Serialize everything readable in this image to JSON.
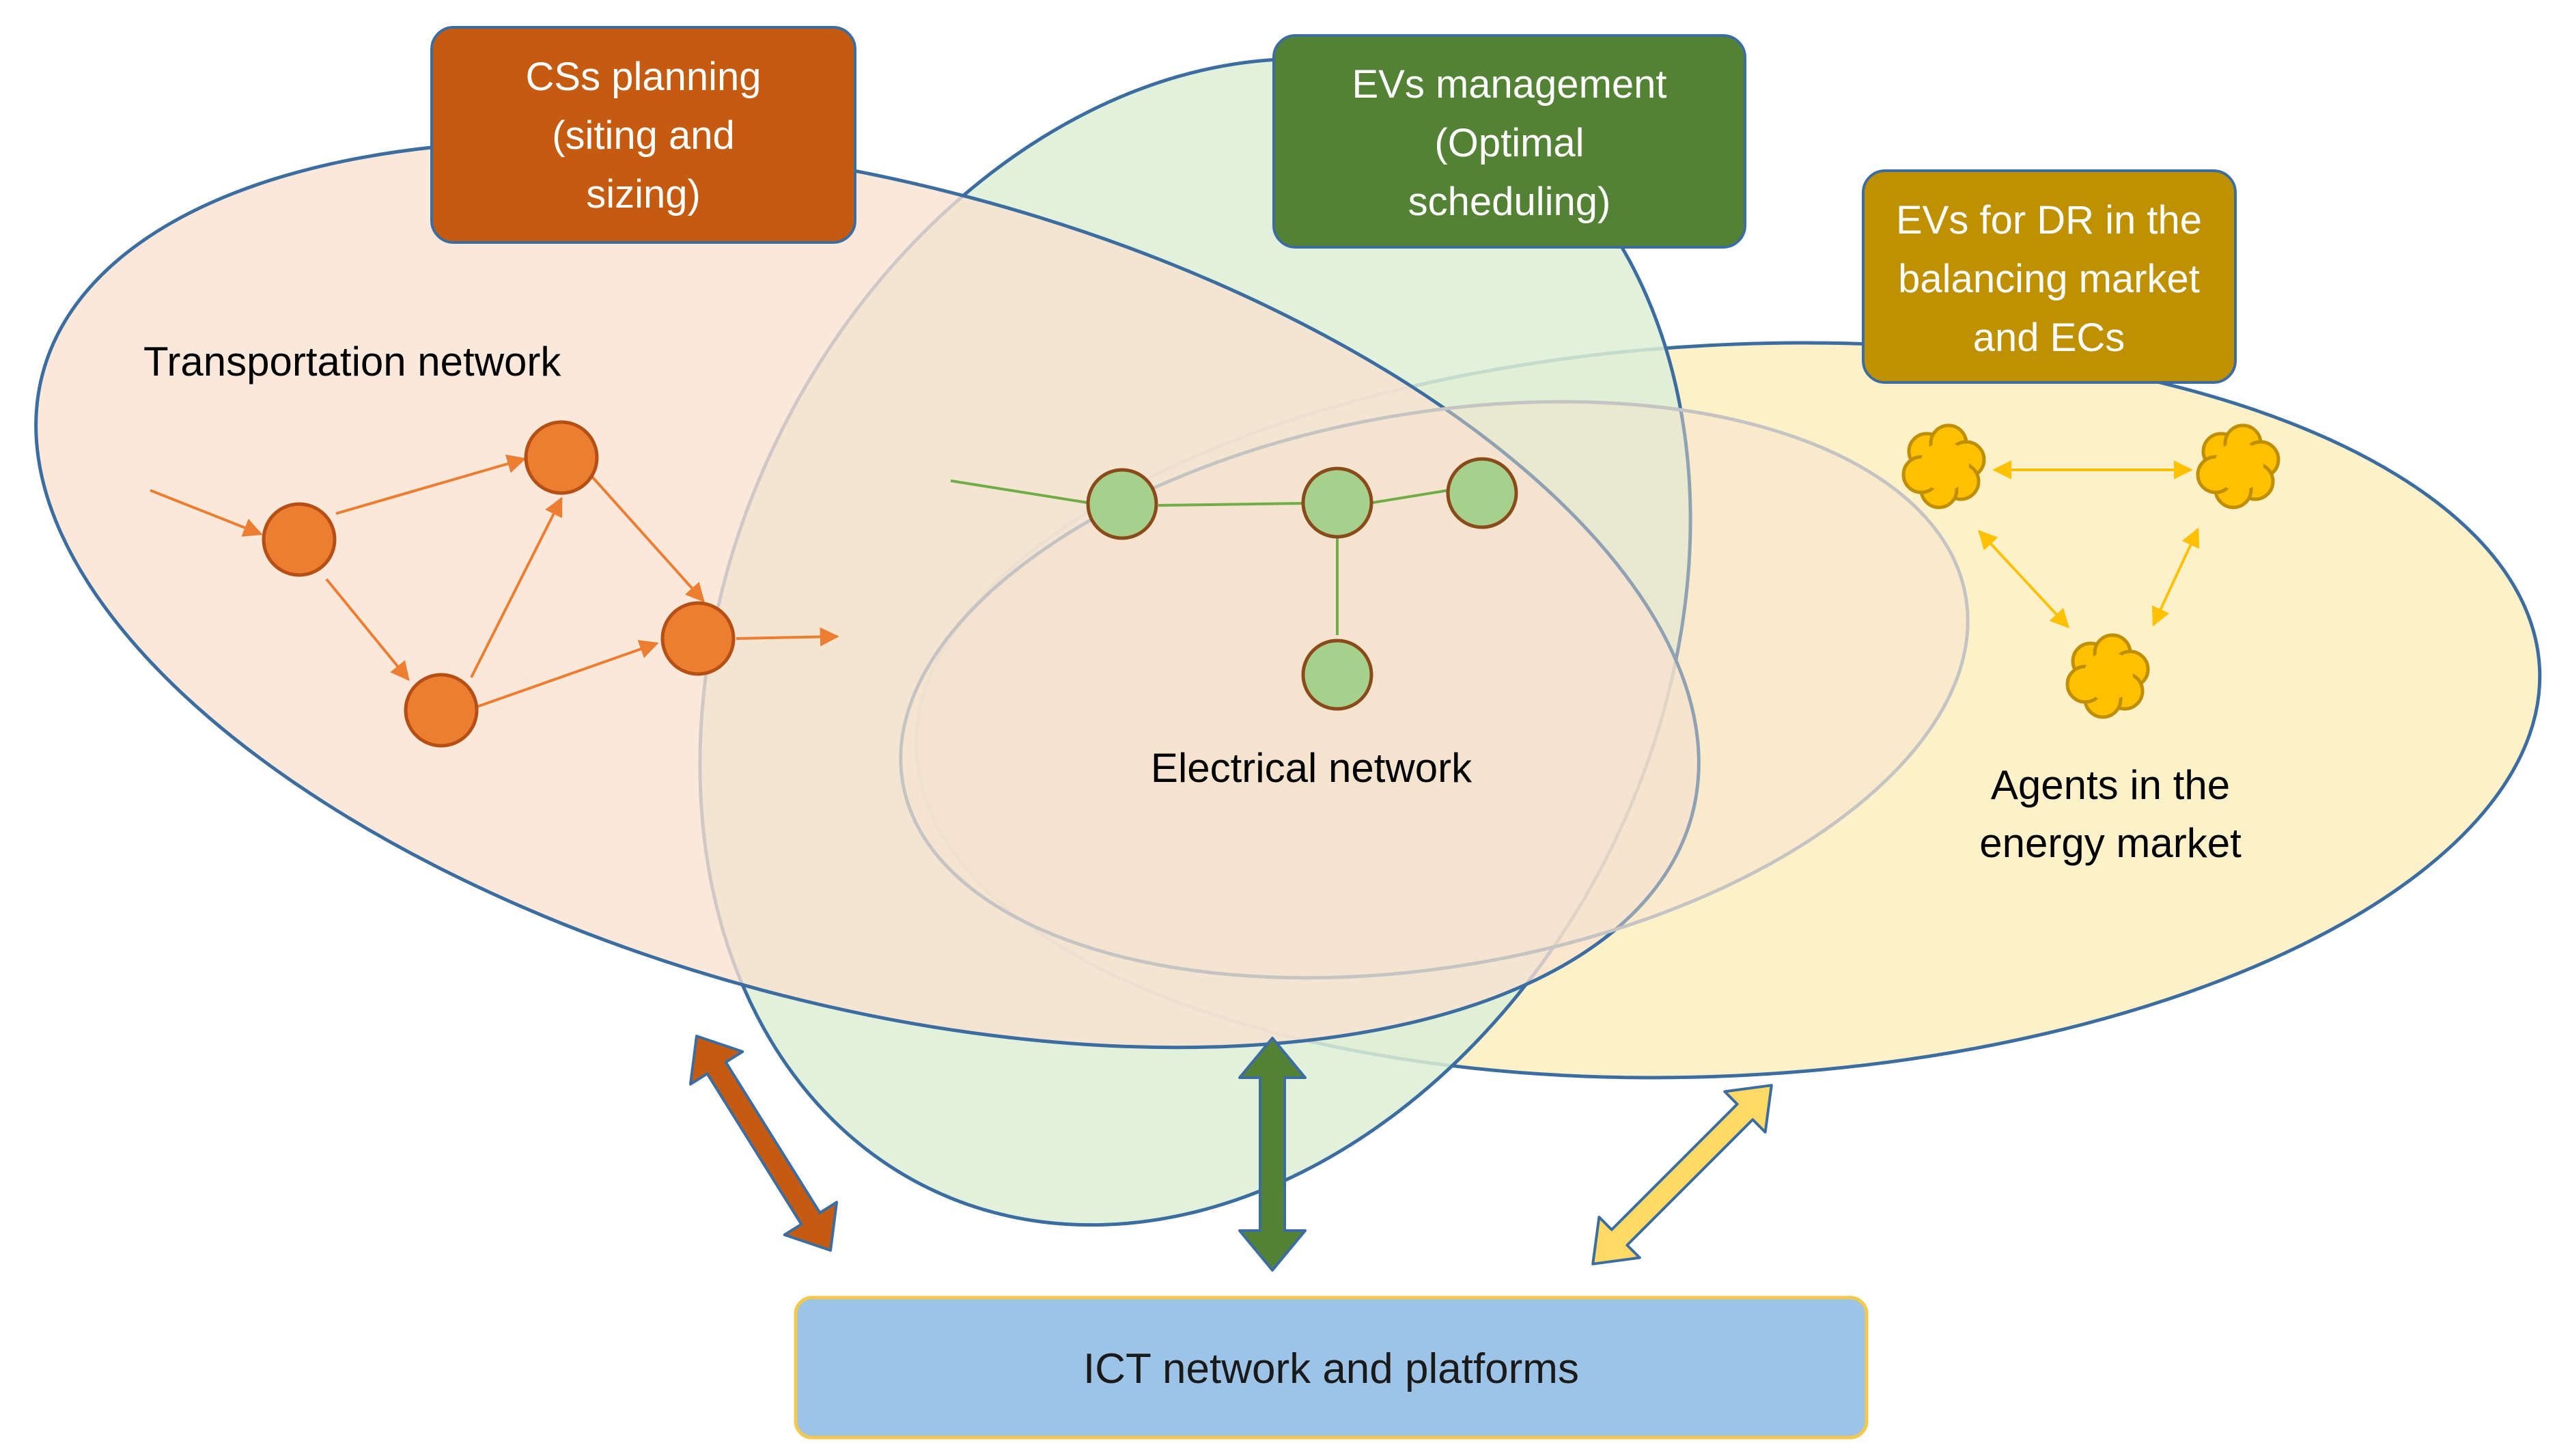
{
  "colors": {
    "transport_fill": "#f8e1d1",
    "electrical_fill": "#dcefd6",
    "market_fill": "#fdefc4",
    "ellipse_stroke": "#3c6da0",
    "inner_stroke": "#c4c4c4",
    "orange_node": "#ed7d31",
    "orange_node_stroke": "#b54f14",
    "green_node": "#a8d08d",
    "green_node_stroke": "#8b4a1a",
    "green_line": "#70ad47",
    "cloud_fill": "#ffc000",
    "cloud_stroke": "#bf8f00",
    "cs_box": "#c55a11",
    "ev_box": "#548235",
    "dr_box": "#bf9000",
    "ict_box": "#9dc3e6",
    "ict_stroke": "#f2c94c",
    "arrow_orange": "#c55a11",
    "arrow_green": "#548235",
    "arrow_yellow": "#ffd966"
  },
  "labels": {
    "transportation_network": "Transportation network",
    "electrical_network": "Electrical network",
    "agents_line1": "Agents in the",
    "agents_line2": "energy market"
  },
  "boxes": {
    "cs_planning": [
      "CSs planning",
      "(siting and",
      "sizing)"
    ],
    "ev_management": [
      "EVs management",
      "(Optimal",
      "scheduling)"
    ],
    "ev_dr": [
      "EVs for DR in the",
      "balancing market",
      "and ECs"
    ],
    "ict": "ICT network and platforms"
  },
  "icons": {
    "transport_nodes": "orange-circle-node",
    "electrical_nodes": "green-circle-node",
    "agents": "cloud-agent-icon"
  }
}
